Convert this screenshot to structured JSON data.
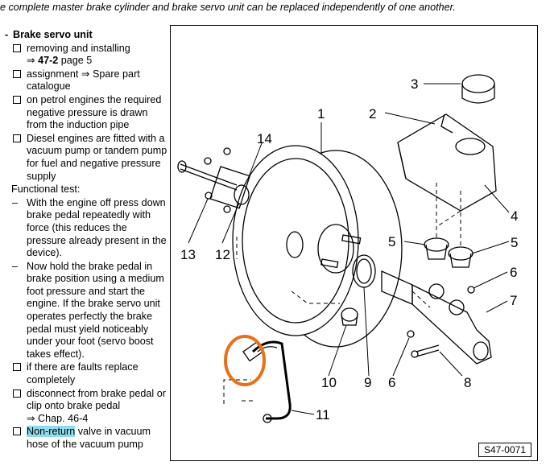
{
  "top_text": "e complete master brake cylinder and brake servo unit can be replaced independently of one another.",
  "section": {
    "heading": "Brake servo unit",
    "bullets": [
      {
        "pre": "removing and installing",
        "line2_arrow": "⇒",
        "line2_ref": "47-2",
        "line2_rest": "page 5"
      },
      {
        "text": "assignment ⇒ Spare part catalogue"
      },
      {
        "text": "on petrol engines the required negative pressure is drawn from the induction pipe"
      },
      {
        "text": "Diesel engines are fitted with a vacuum pump or tandem pump for fuel and negative pressure supply"
      }
    ],
    "functional_test_label": "Functional test:",
    "dash_items": [
      "With the engine off press down brake pedal repeatedly with force (this reduces the pressure already present in the device).",
      "Now hold the brake pedal in brake position using a medium foot pressure and start the engine. If the brake servo unit operates perfectly the brake pedal must yield noticeably under your foot (servo boost takes effect)."
    ],
    "bullets2": [
      "if there are faults replace completely",
      "disconnect from brake pedal or clip onto brake pedal",
      "⇒ Chap. 46-4"
    ],
    "last_bullet": {
      "highlight": "Non-return",
      "rest": "valve in vacuum hose of the vacuum pump"
    }
  },
  "figure": {
    "id": "S47-0071",
    "callouts": [
      "1",
      "2",
      "3",
      "4",
      "5",
      "5",
      "6",
      "7",
      "8",
      "6",
      "9",
      "10",
      "11",
      "12",
      "13",
      "14"
    ],
    "highlight_color": "#e8701a"
  }
}
